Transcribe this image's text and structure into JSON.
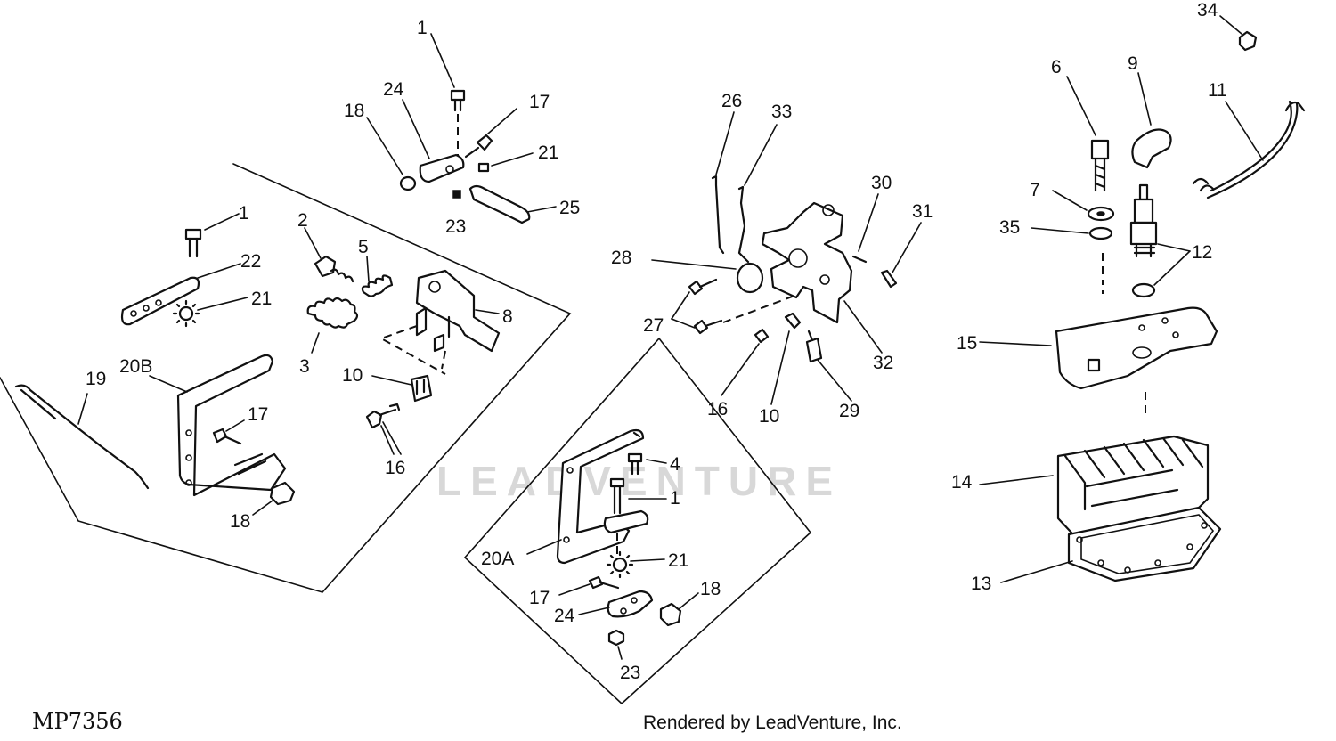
{
  "diagram": {
    "figure_code": "MP7356",
    "credit": "Rendered by LeadVenture, Inc.",
    "watermark": "LEADVENTURE",
    "callouts": {
      "top_group": [
        "1",
        "24",
        "18",
        "17",
        "21",
        "25",
        "23"
      ],
      "left_group": [
        "1",
        "22",
        "21",
        "2",
        "5",
        "3",
        "8",
        "10",
        "16",
        "19",
        "20B",
        "17",
        "18"
      ],
      "center_group": [
        "26",
        "33",
        "30",
        "31",
        "28",
        "27",
        "32",
        "16",
        "10",
        "29"
      ],
      "lower_group": [
        "4",
        "1",
        "20A",
        "21",
        "17",
        "18",
        "24",
        "23"
      ],
      "right_group": [
        "34",
        "6",
        "9",
        "11",
        "7",
        "35",
        "12",
        "15",
        "14",
        "13"
      ]
    }
  }
}
